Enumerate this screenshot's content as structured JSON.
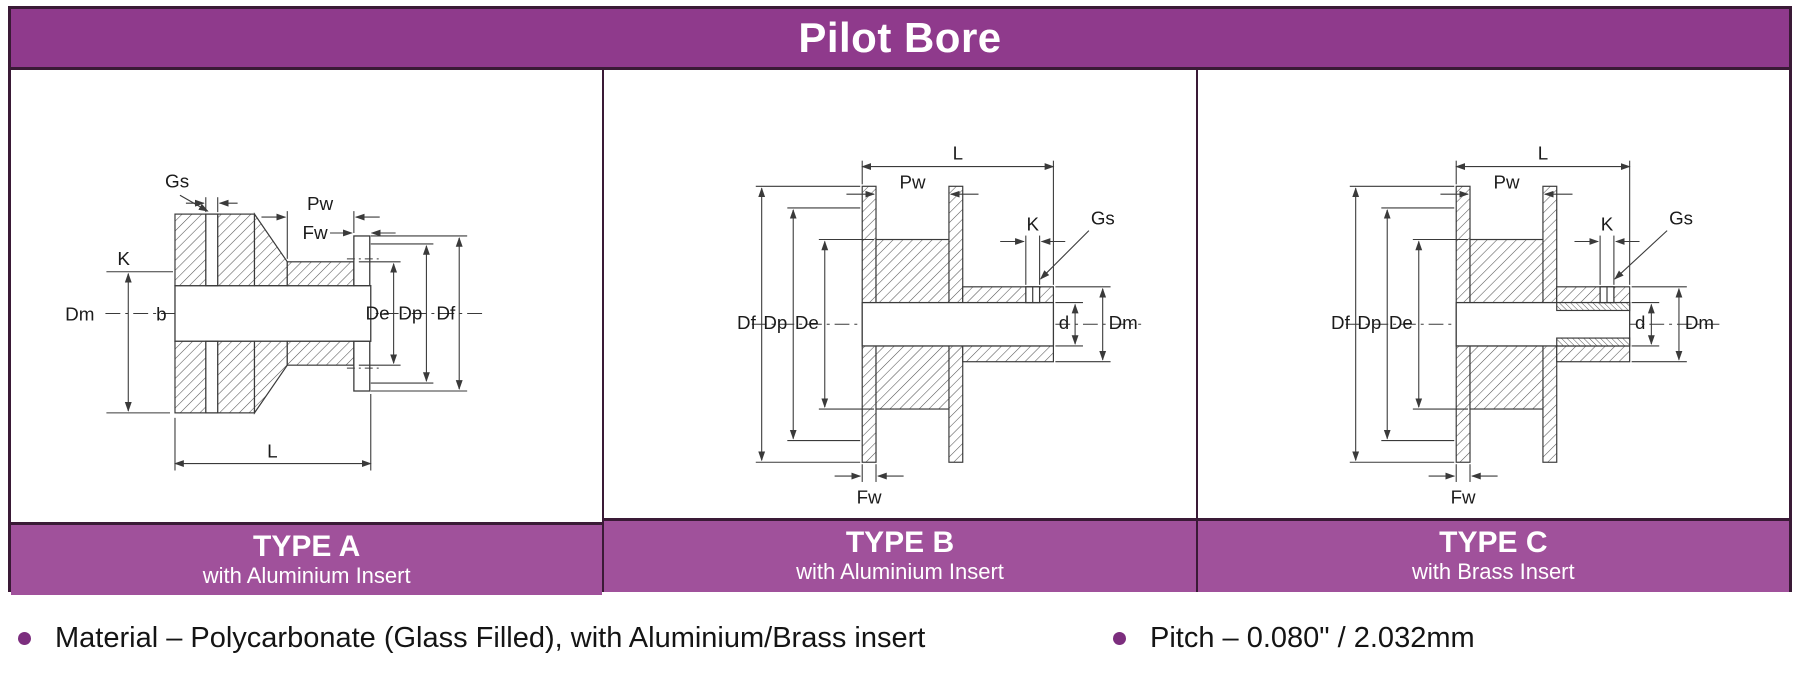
{
  "header": {
    "title": "Pilot Bore"
  },
  "panels": [
    {
      "title": "TYPE A",
      "subtitle": "with Aluminium Insert",
      "labels": {
        "Gs": "Gs",
        "K": "K",
        "Pw": "Pw",
        "Fw": "Fw",
        "Dm": "Dm",
        "b": "b",
        "De": "De",
        "Dp": "Dp",
        "Df": "Df",
        "L": "L"
      }
    },
    {
      "title": "TYPE B",
      "subtitle": "with Aluminium Insert",
      "labels": {
        "L": "L",
        "Pw": "Pw",
        "K": "K",
        "Gs": "Gs",
        "Df": "Df",
        "Dp": "Dp",
        "De": "De",
        "d": "d",
        "Dm": "Dm",
        "Fw": "Fw"
      }
    },
    {
      "title": "TYPE C",
      "subtitle": "with Brass Insert",
      "labels": {
        "L": "L",
        "Pw": "Pw",
        "K": "K",
        "Gs": "Gs",
        "Df": "Df",
        "Dp": "Dp",
        "De": "De",
        "d": "d",
        "Dm": "Dm",
        "Fw": "Fw"
      }
    }
  ],
  "footer": {
    "bullets": [
      "Material – Polycarbonate (Glass Filled), with Aluminium/Brass insert",
      "Pitch – 0.080\" / 2.032mm"
    ]
  },
  "colors": {
    "header_bg": "#8f3a8c",
    "caption_bg": "#a0519b",
    "border": "#3a1a36",
    "bullet": "#7c2e7e",
    "line": "#3a3a3a"
  }
}
